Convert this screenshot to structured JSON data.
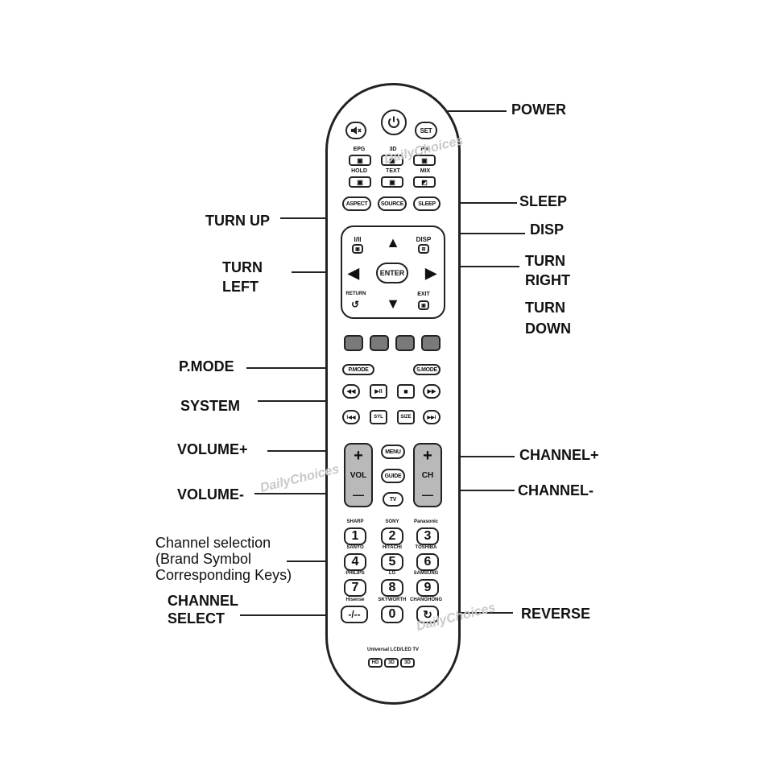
{
  "callouts": {
    "power": "POWER",
    "sleep": "SLEEP",
    "turn_up": "TURN UP",
    "disp": "DISP",
    "turn_left": "TURN\nLEFT",
    "turn_right": "TURN\nRIGHT",
    "turn_down": "TURN\nDOWN",
    "pmode": "P.MODE",
    "system": "SYSTEM",
    "volume_plus": "VOLUME+",
    "volume_minus": "VOLUME-",
    "channel_plus": "CHANNEL+",
    "channel_minus": "CHANNEL-",
    "channel_selection": "Channel selection\n(Brand Symbol\nCorresponding Keys)",
    "channel_select": "CHANNEL\nSELECT",
    "reverse": "REVERSE"
  },
  "remote": {
    "top_row": {
      "mute_icon": "mute-icon",
      "power_symbol": "⏻",
      "set": "SET"
    },
    "mode_labels": [
      "EPG",
      "3D",
      "PIP",
      "HOLD",
      "TEXT",
      "MIX"
    ],
    "mode_keys": [
      "▣",
      "▣",
      "▣",
      "▣",
      "▣",
      "◩"
    ],
    "pill_row": [
      "ASPECT",
      "SOURCE",
      "SLEEP"
    ],
    "dpad": {
      "top_left": "I/II",
      "top_right": "DISP",
      "bottom_left": "RETURN",
      "bottom_right": "EXIT",
      "center": "ENTER",
      "up": "▲",
      "down": "▼",
      "left": "◀",
      "right": "▶"
    },
    "color_keys_color": "#7a7a7a",
    "modes": {
      "picture": "P.MODE",
      "sound": "S.MODE"
    },
    "transport_row1": [
      "◀◀",
      "▶II",
      "■",
      "▶▶"
    ],
    "transport_row2": [
      "I◀◀",
      "SYL",
      "SIZE",
      "▶▶I"
    ],
    "volume": {
      "plus": "+",
      "label": "VOL",
      "minus": "—"
    },
    "channel": {
      "plus": "+",
      "label": "CH",
      "minus": "—"
    },
    "center_keys": [
      "MENU",
      "GUIDE",
      "TV"
    ],
    "brands": [
      "SHARP",
      "SONY",
      "Panasonic",
      "SANYO",
      "HITACHI",
      "TOSHIBA",
      "PHILIPS",
      "LG",
      "SAMSUNG",
      "Hisense",
      "SKYWORTH",
      "CHANGHONG"
    ],
    "digits": [
      "1",
      "2",
      "3",
      "4",
      "5",
      "6",
      "7",
      "8",
      "9",
      "-/--",
      "0",
      "↻"
    ],
    "footer": "Universal LCD/LED TV",
    "footer_badges": [
      "HD",
      "3D",
      "3D"
    ]
  },
  "watermark": [
    "DailyChoices",
    "DailyChoices",
    "DailyChoices"
  ]
}
